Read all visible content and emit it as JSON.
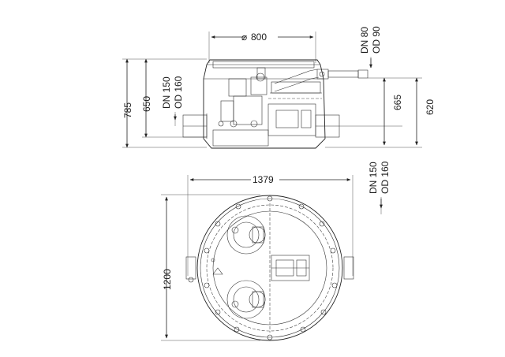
{
  "side_view": {
    "width_dim": "800",
    "height_total": "785",
    "height_body": "650",
    "inlet_side_label_dn": "DN 150",
    "inlet_side_label_od": "OD 160",
    "pressure_outlet_dn": "DN 80",
    "pressure_outlet_od": "OD 90",
    "outlet_height_1": "665",
    "outlet_height_2": "620"
  },
  "top_view": {
    "width_dim": "1379",
    "height_dim": "1200",
    "pipe_label_dn": "DN 150",
    "pipe_label_od": "OD 160"
  },
  "diameter_symbol": "⌀"
}
